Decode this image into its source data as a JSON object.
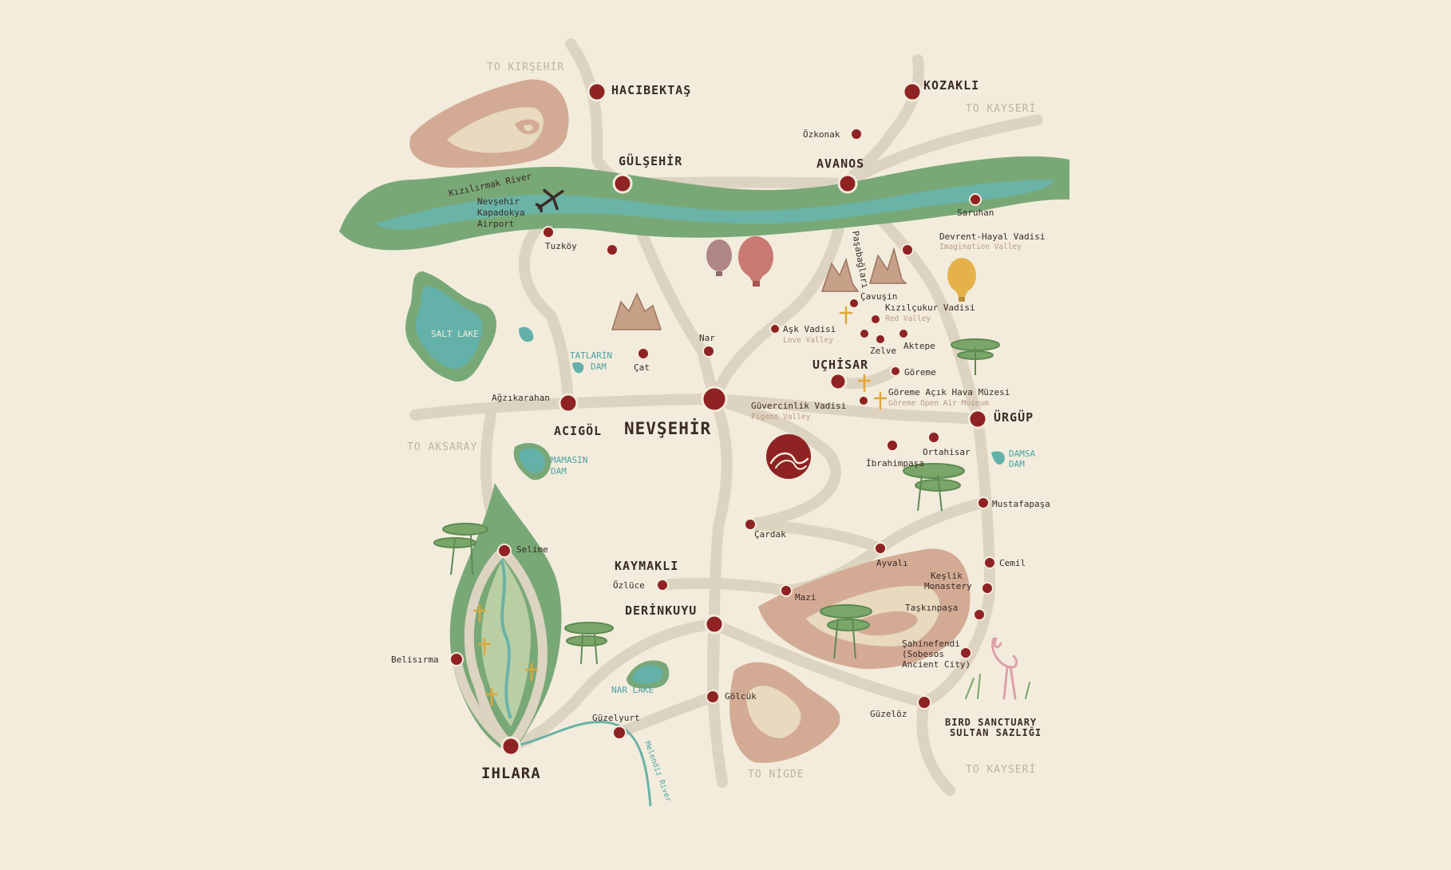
{
  "colors": {
    "background": "#f3ecdd",
    "road": "#ddd3c1",
    "river": "#6ab3a6",
    "river_bank": "#79a877",
    "lake": "#63b1a8",
    "town_marker": "#8f2222",
    "terrain_outer": "#d3ab94",
    "terrain_inner": "#e8d9bf",
    "church": "#e0a73a",
    "balloon_pink": "#c97a72",
    "balloon_yellow": "#e5b14a",
    "balloon_mauve": "#b08686",
    "tree": "#7aa66a",
    "flamingo": "#e0a0a8"
  },
  "icons": {
    "center_logo": "logo-swirl-icon",
    "airport": "airplane-icon",
    "church": "cross-icon",
    "balloon": "hot-air-balloon-icon",
    "fairy_chimney": "fairy-chimney-icon",
    "tree": "acacia-tree-icon",
    "bird": "flamingo-icon"
  },
  "directions": {
    "kirsehir": "TO KIRŞEHİR",
    "kayseri_top": "TO KAYSERİ",
    "aksaray": "TO AKSARAY",
    "nigde": "TO NİGDE",
    "kayseri_bottom": "TO KAYSERİ"
  },
  "towns": {
    "hacibektas": "HACIBEKTAŞ",
    "kozakli": "KOZAKLI",
    "gulsehir": "GÜLŞEHİR",
    "avanos": "AVANOS",
    "uchisar": "UÇHİSAR",
    "urgup": "ÜRGÜP",
    "acigol": "ACIGÖL",
    "nevsehir": "NEVŞEHİR",
    "kaymakli": "KAYMAKLI",
    "derinkuyu": "DERİNKUYU",
    "ihlara": "IHLARA"
  },
  "places": {
    "ozkonak": "Özkonak",
    "saruhan": "Saruhan",
    "tuzkoy": "Tuzköy",
    "nar": "Nar",
    "cat": "Çat",
    "agzikarahan": "Ağzıkarahan",
    "cavusin": "Çavuşin",
    "pasabaglari": "Paşabağları",
    "zelve": "Zelve",
    "aktepe": "Aktepe",
    "goreme": "Göreme",
    "ibrahimpasa": "İbrahimpaşa",
    "ortahisar": "Ortahisar",
    "mustafapasa": "Mustafapaşa",
    "cardak": "Çardak",
    "ayvali": "Ayvalı",
    "cemil": "Cemil",
    "ozluce": "Özlüce",
    "mazi": "Mazi",
    "taskinpasa": "Taşkınpaşa",
    "selime": "Selime",
    "belisirma": "Belisırma",
    "guzelyurt": "Güzelyurt",
    "golcuk": "Gölcük",
    "guzeloz": "Güzelöz"
  },
  "labels": {
    "river": "Kızılırmak River",
    "airport": [
      "Nevşehir",
      "Kapadokya",
      "Airport"
    ],
    "devrent": "Devrent-Hayal Vadisi",
    "devrent_en": "Imagination Valley",
    "kizilcukur": "Kızılçukur Vadisi",
    "kizilcukur_en": "Red Valley",
    "ask": "Aşk Vadisi",
    "ask_en": "Love Valley",
    "goreme_museum": "Göreme Açık Hava Müzesi",
    "goreme_museum_en": "Göreme Open Air Museum",
    "guvercinlik": "Güvercinlik Vadisi",
    "guvercinlik_en": "Pigeon Valley",
    "keslik": [
      "Keşlik",
      "Monastery"
    ],
    "sahinefendi": [
      "Şahinefendi",
      "(Sobesos",
      "Ancient City)"
    ],
    "bird_sanctuary": [
      "BIRD SANCTUARY",
      "SULTAN SAZLIĞI"
    ],
    "melendiz": "Melendiz River"
  },
  "water": {
    "salt_lake": "SALT LAKE",
    "tatlarin": [
      "TATLARİN",
      "DAM"
    ],
    "mamasin": [
      "MAMASIN",
      "DAM"
    ],
    "damsa": [
      "DAMSA",
      "DAM"
    ],
    "nar_lake": "NAR LAKE"
  }
}
